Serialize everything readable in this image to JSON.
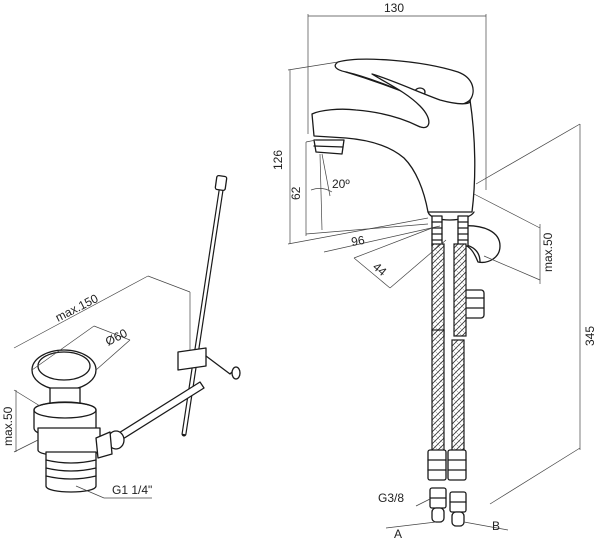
{
  "dimensions": {
    "width_130": "130",
    "height_126": "126",
    "height_62": "62",
    "angle_20": "20º",
    "reach_96": "96",
    "offset_44": "44",
    "deck_max50_right": "max.50",
    "hose_345": "345",
    "thread_g38": "G3/8",
    "drain_max150": "max.150",
    "drain_d60": "Ø60",
    "drain_max50_left": "max.50",
    "drain_thread": "G1 1/4\""
  },
  "labels": {
    "hose_a": "A",
    "hose_b": "B"
  },
  "colors": {
    "line": "#1a1a1a",
    "dimension_line": "#444444",
    "background": "#ffffff"
  }
}
